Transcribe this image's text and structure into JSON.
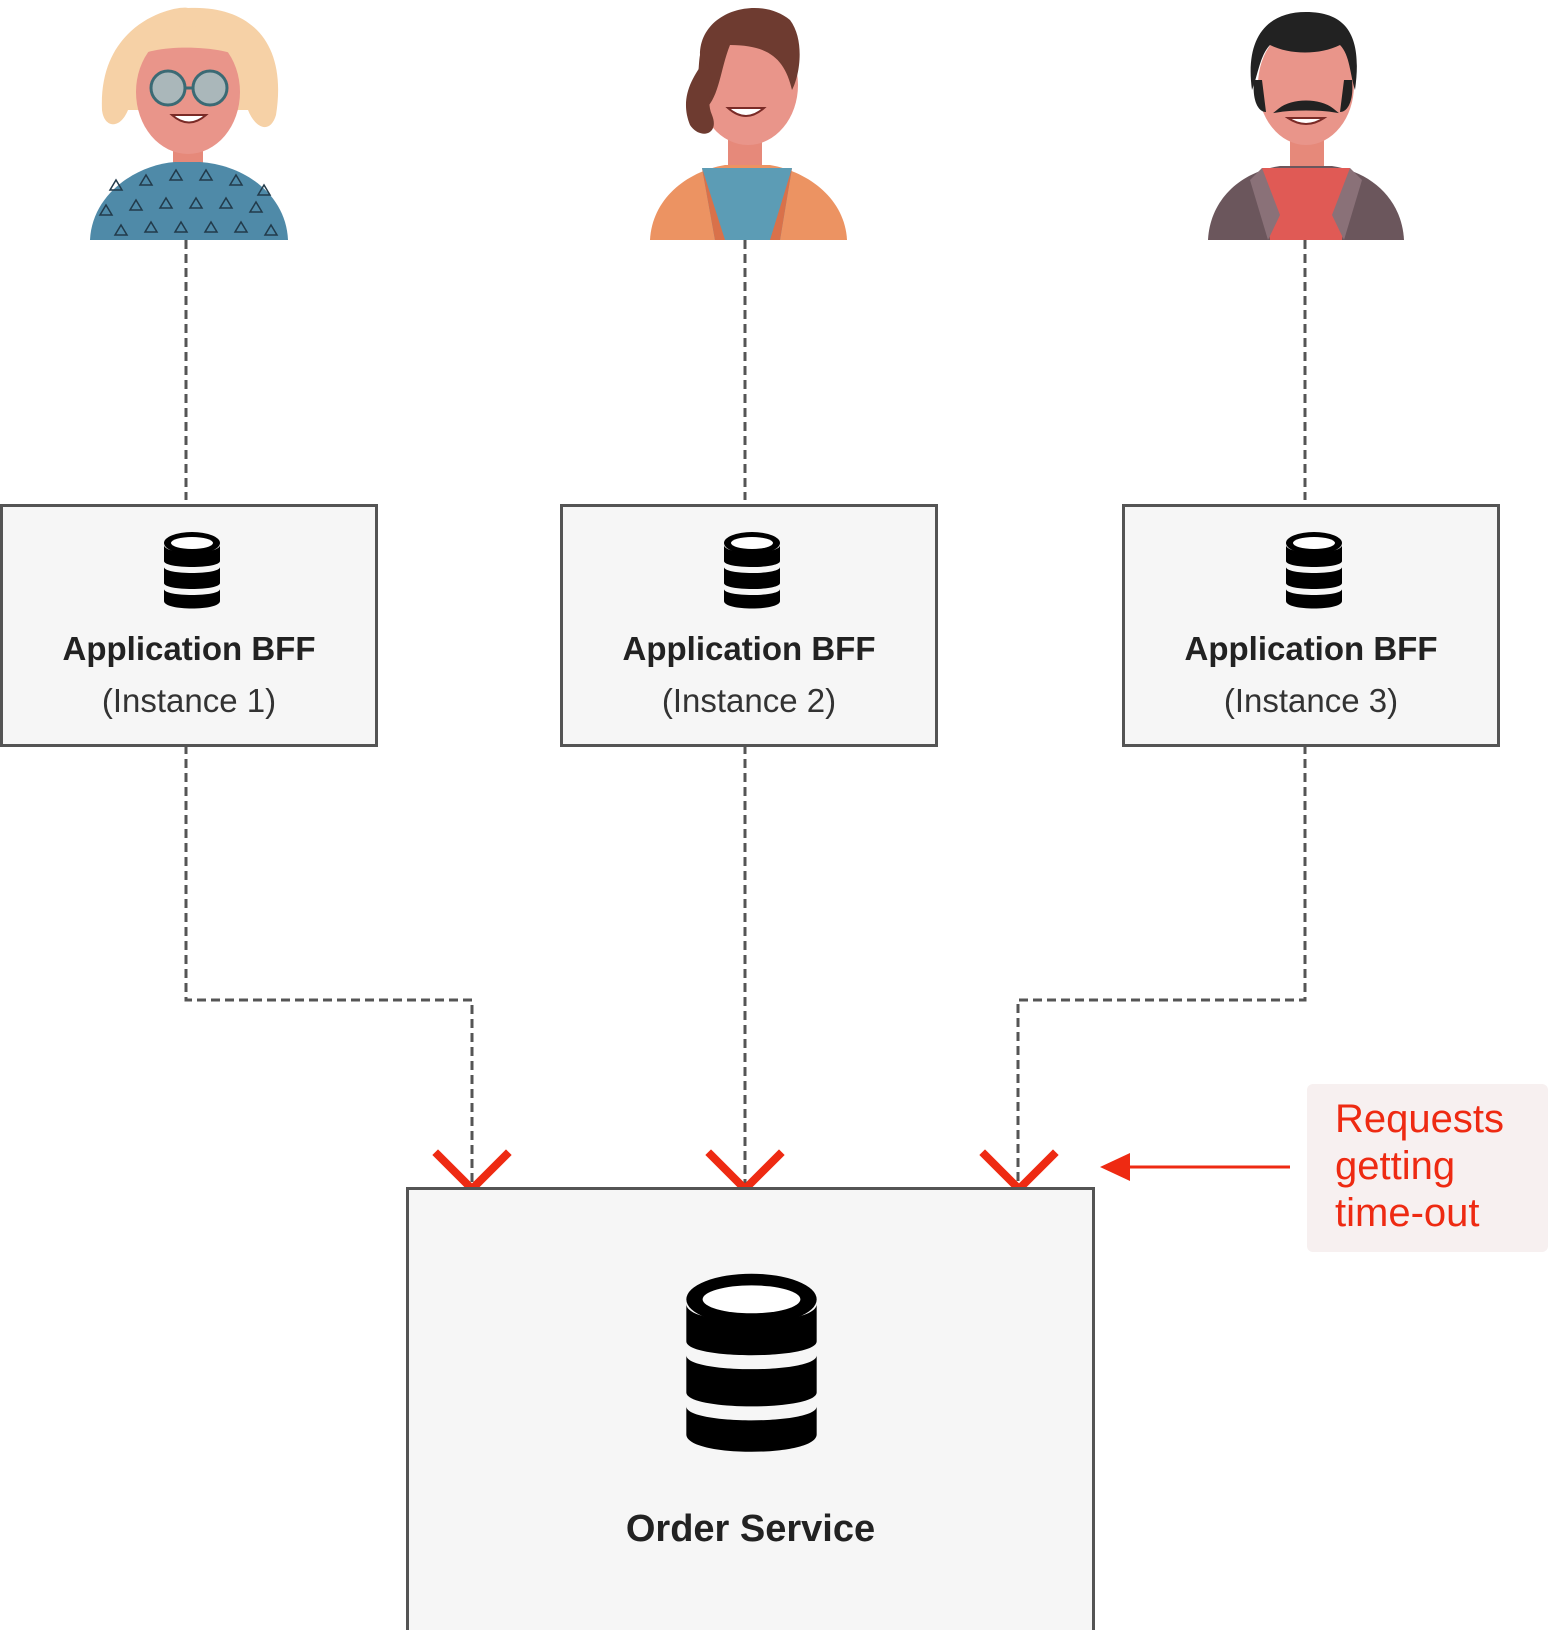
{
  "users": [
    {
      "icon": "user-avatar-woman-glasses-icon"
    },
    {
      "icon": "user-avatar-woman-curly-hair-icon"
    },
    {
      "icon": "user-avatar-man-mustache-icon"
    }
  ],
  "bff_instances": [
    {
      "title": "Application BFF",
      "subtitle": "(Instance 1)",
      "icon": "database-icon"
    },
    {
      "title": "Application BFF",
      "subtitle": "(Instance 2)",
      "icon": "database-icon"
    },
    {
      "title": "Application BFF",
      "subtitle": "(Instance 3)",
      "icon": "database-icon"
    }
  ],
  "order_service": {
    "title": "Order Service",
    "icon": "database-icon"
  },
  "callout": {
    "lines": [
      "Requests",
      "getting",
      "time-out"
    ]
  },
  "colors": {
    "box_fill": "#f6f6f6",
    "box_border": "#545454",
    "connector": "#555555",
    "failure": "#ee2a12",
    "callout_bg": "#f7f0f0"
  }
}
